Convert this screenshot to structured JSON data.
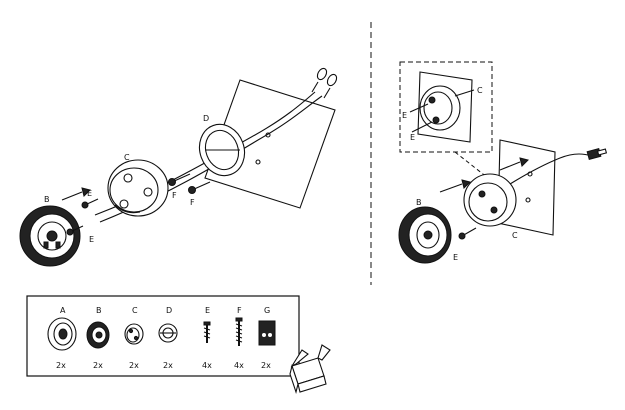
{
  "labels": {
    "left_B": "B",
    "left_C": "C",
    "left_D": "D",
    "left_E1": "E",
    "left_E2": "E",
    "left_F1": "F",
    "left_F2": "F",
    "right_B": "B",
    "right_C": "C",
    "right_E": "E",
    "inset_C": "C",
    "inset_E1": "E",
    "inset_E2": "E"
  },
  "parts": [
    {
      "letter": "A",
      "qty": "2x",
      "icon": "speaker-icon"
    },
    {
      "letter": "B",
      "qty": "2x",
      "icon": "speaker-ring-icon"
    },
    {
      "letter": "C",
      "qty": "2x",
      "icon": "mounting-cup-icon"
    },
    {
      "letter": "D",
      "qty": "2x",
      "icon": "mounting-bracket-icon"
    },
    {
      "letter": "E",
      "qty": "4x",
      "icon": "screw-icon"
    },
    {
      "letter": "F",
      "qty": "4x",
      "icon": "long-screw-icon"
    },
    {
      "letter": "G",
      "qty": "2x",
      "icon": "template-card-icon"
    }
  ],
  "colors": {
    "ink": "#111111",
    "background": "#ffffff"
  }
}
